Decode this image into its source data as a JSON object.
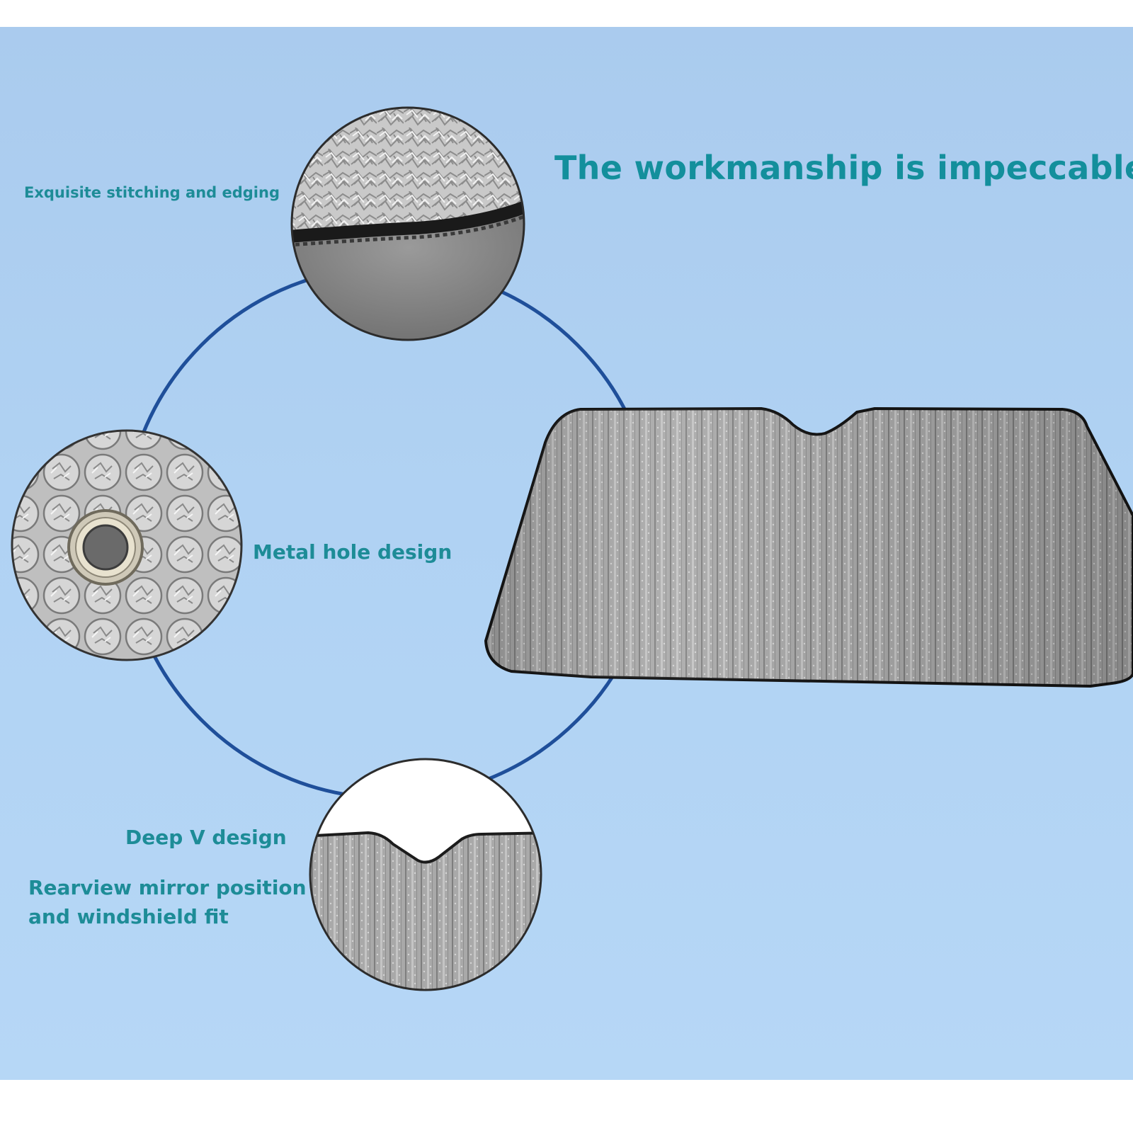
{
  "headline": "The workmanship is impeccable",
  "features": {
    "stitching": "Exquisite stitching and edging",
    "metal_hole": "Metal hole design",
    "deep_v": "Deep V design",
    "rearview_line1": "Rearview mirror position",
    "rearview_line2": "and windshield fit"
  },
  "colors": {
    "accent_text": "#138f9c",
    "ring": "#1f4f9a",
    "background": "#b0d2f3"
  }
}
